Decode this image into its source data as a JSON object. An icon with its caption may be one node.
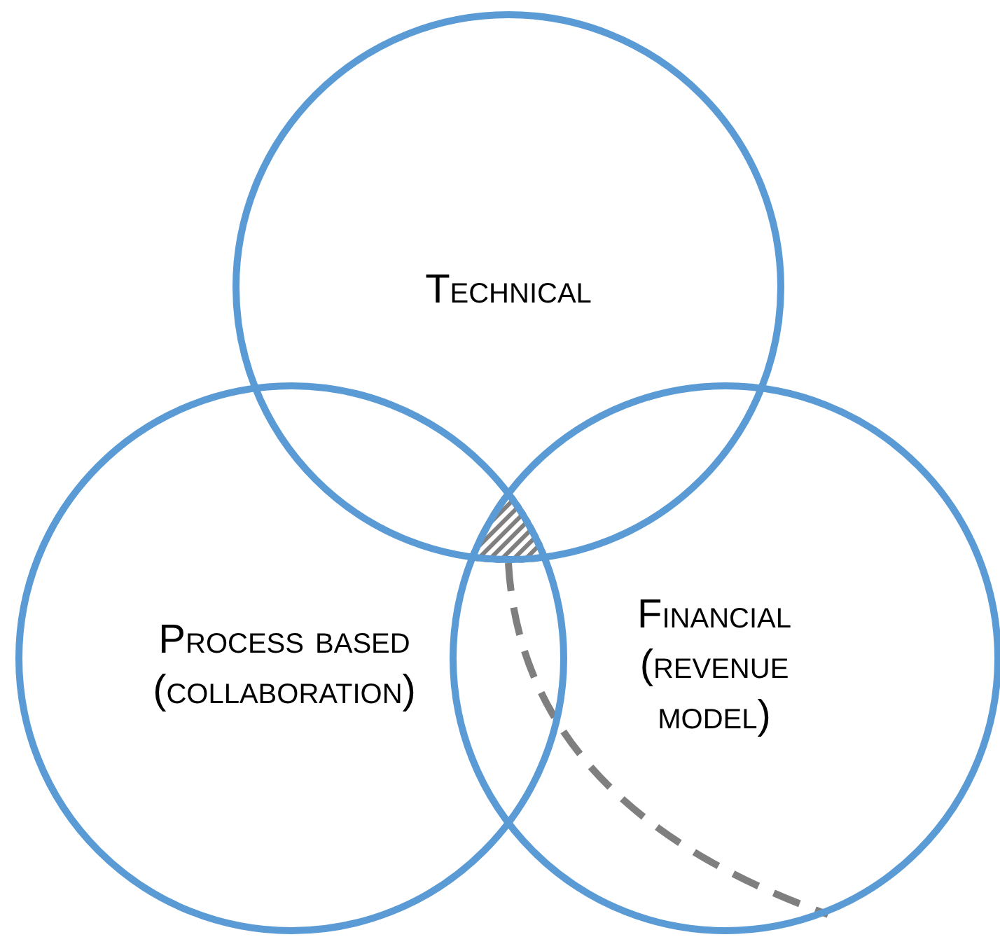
{
  "diagram": {
    "nodes": [
      {
        "text": [
          "Technical"
        ]
      },
      {
        "text": [
          "Process based (collaboration)"
        ]
      },
      {
        "text": [
          "Financial (revenue model)"
        ]
      },
      {
        "text": [],
        "shape": "triangle"
      }
    ],
    "edges": [
      {
        "from": 3,
        "to": 2,
        "arrow": "none",
        "style": "dashed"
      }
    ]
  }
}
